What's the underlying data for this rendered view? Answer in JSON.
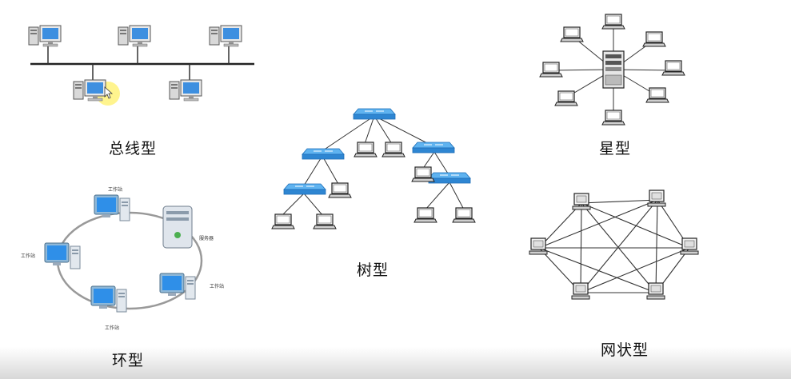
{
  "labels": {
    "bus": "总线型",
    "star": "星型",
    "tree": "树型",
    "ring": "环型",
    "mesh": "网状型"
  },
  "ring_device_labels": {
    "workstation": "工作站",
    "server": "服务器"
  },
  "colors": {
    "screen": "#3d8fe0",
    "switch": "#3a9ae0",
    "line": "#333333",
    "cursor_highlight": "#fff27a"
  }
}
